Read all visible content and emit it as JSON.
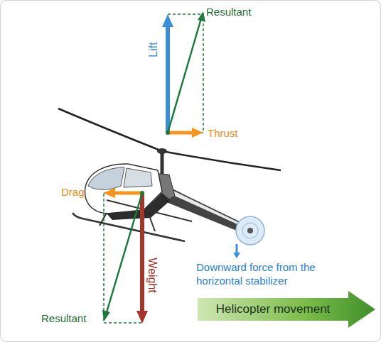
{
  "diagram": {
    "nodes": [
      {
        "text": [
          "Helicopter movement"
        ]
      }
    ],
    "labels": [
      "Resultant",
      "Lift",
      "Thrust",
      "Drag",
      "Weight",
      "Resultant",
      "Downward force from the horizontal stabilizer"
    ]
  }
}
